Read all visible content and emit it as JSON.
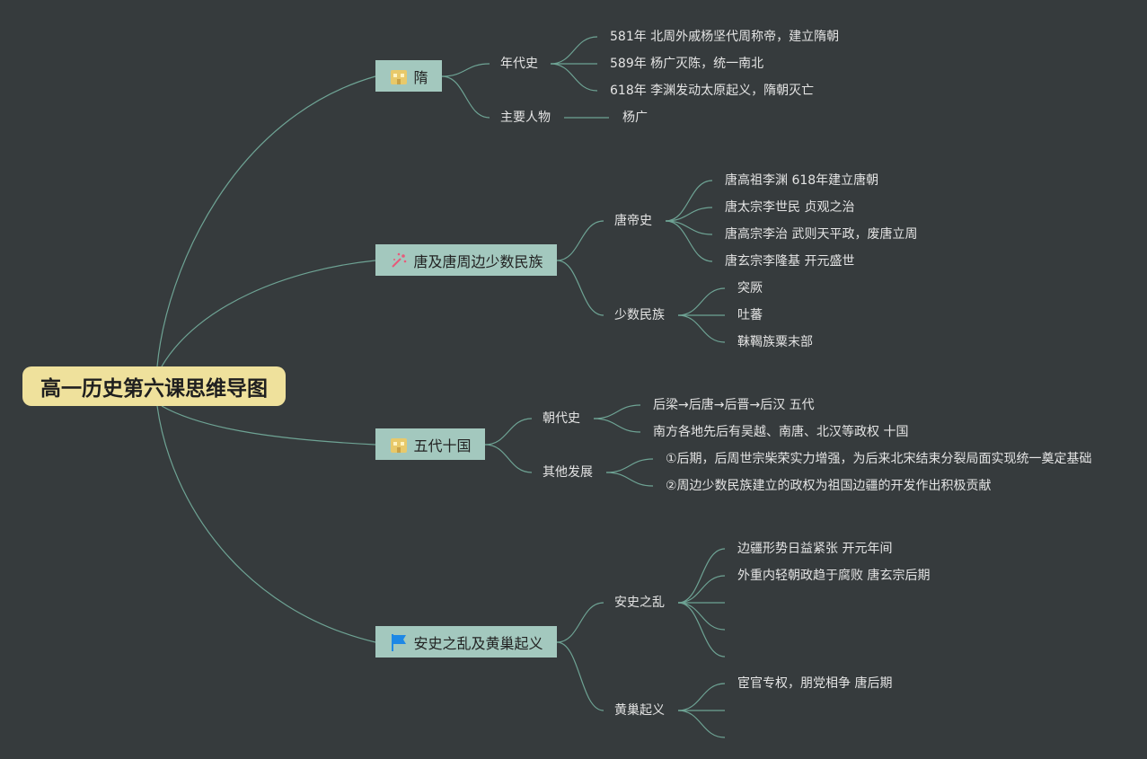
{
  "root": {
    "title": "高一历史第六课思维导图"
  },
  "branches": [
    {
      "label": "隋",
      "icon": "building-icon",
      "children": [
        {
          "label": "年代史",
          "leaves": [
            "581年 北周外戚杨坚代周称帝，建立隋朝",
            "589年 杨广灭陈，统一南北",
            "618年 李渊发动太原起义，隋朝灭亡"
          ]
        },
        {
          "label": "主要人物",
          "leaves": [
            "杨广"
          ]
        }
      ]
    },
    {
      "label": "唐及唐周边少数民族",
      "icon": "sparkle-icon",
      "children": [
        {
          "label": "唐帝史",
          "leaves": [
            "唐高祖李渊 618年建立唐朝",
            "唐太宗李世民 贞观之治",
            "唐高宗李治 武则天平政，废唐立周",
            "唐玄宗李隆基 开元盛世"
          ]
        },
        {
          "label": "少数民族",
          "leaves": [
            "突厥",
            "吐蕃",
            "靺鞨族粟末部"
          ]
        }
      ]
    },
    {
      "label": "五代十国",
      "icon": "building-icon",
      "children": [
        {
          "label": "朝代史",
          "leaves": [
            "后梁→后唐→后晋→后汉 五代",
            "南方各地先后有吴越、南唐、北汉等政权 十国"
          ]
        },
        {
          "label": "其他发展",
          "leaves": [
            "①后期，后周世宗柴荣实力增强，为后来北宋结束分裂局面实现统一奠定基础",
            "②周边少数民族建立的政权为祖国边疆的开发作出积极贡献"
          ]
        }
      ]
    },
    {
      "label": "安史之乱及黄巢起义",
      "icon": "flag-icon",
      "children": [
        {
          "label": "安史之乱",
          "leaves": [
            "边疆形势日益紧张 开元年间",
            "外重内轻朝政趋于腐败 唐玄宗后期",
            "",
            "",
            ""
          ]
        },
        {
          "label": "黄巢起义",
          "leaves": [
            "宦官专权，朋党相争 唐后期",
            "",
            ""
          ]
        }
      ]
    }
  ],
  "colors": {
    "background": "#363b3d",
    "root": "#efe19c",
    "topic": "#a3c8be",
    "line": "#6ea394",
    "text": "#e4e4e4"
  }
}
